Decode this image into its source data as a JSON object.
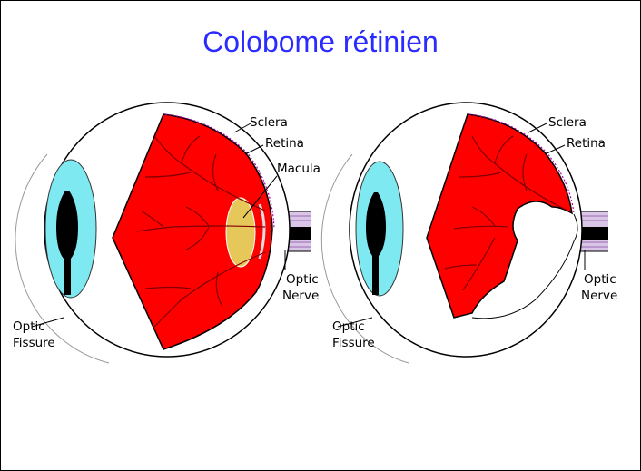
{
  "title": "Colobome rétinien",
  "colors": {
    "title": "#2b2bff",
    "retina": "#ff0000",
    "vessels": "#800000",
    "lens": "#7fe9f2",
    "pupil": "#000000",
    "macula": "#e6c85a",
    "nerve": "#c9a0d8"
  },
  "diagrams": [
    {
      "name": "normal-eye",
      "labels": {
        "sclera": "Sclera",
        "retina": "Retina",
        "macula": "Macula",
        "optic_nerve_1": "Optic",
        "optic_nerve_2": "Nerve",
        "optic_fissure_1": "Optic",
        "optic_fissure_2": "Fissure"
      }
    },
    {
      "name": "coloboma-eye",
      "labels": {
        "sclera": "Sclera",
        "retina": "Retina",
        "optic_nerve_1": "Optic",
        "optic_nerve_2": "Nerve",
        "optic_fissure_1": "Optic",
        "optic_fissure_2": "Fissure"
      }
    }
  ]
}
